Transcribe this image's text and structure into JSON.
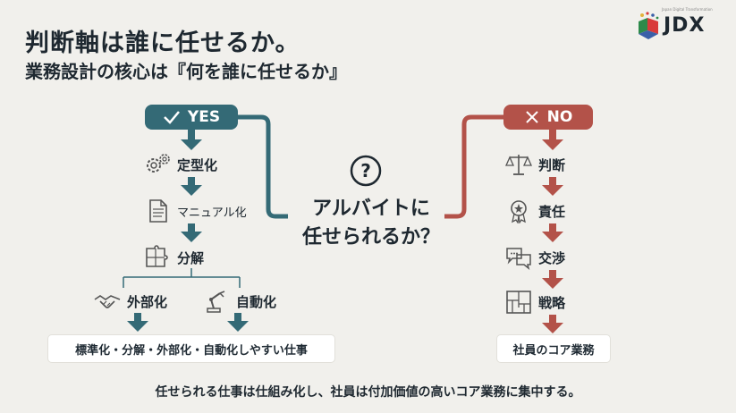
{
  "header": {
    "title": "判断軸は誰に任せるか。",
    "subtitle": "業務設計の核心は『何を誰に任せるか』"
  },
  "logo": {
    "tagline": "Japan Digital Transformation",
    "text": "JDX"
  },
  "yes_branch": {
    "label": "YES",
    "color": "#346a76",
    "steps": [
      {
        "label": "定型化",
        "icon": "gears-icon"
      },
      {
        "label": "マニュアル化",
        "icon": "document-icon"
      },
      {
        "label": "分解",
        "icon": "puzzle-icon"
      }
    ],
    "split": [
      {
        "label": "外部化",
        "icon": "handshake-icon"
      },
      {
        "label": "自動化",
        "icon": "robot-arm-icon"
      }
    ],
    "result": "標準化・分解・外部化・自動化しやすい仕事"
  },
  "question": {
    "line1": "アルバイトに",
    "line2": "任せられるか？",
    "icon": "question-circle-icon"
  },
  "no_branch": {
    "label": "NO",
    "color": "#b35249",
    "steps": [
      {
        "label": "判断",
        "icon": "scales-icon"
      },
      {
        "label": "責任",
        "icon": "award-icon"
      },
      {
        "label": "交渉",
        "icon": "speech-bubbles-icon"
      },
      {
        "label": "戦略",
        "icon": "floorplan-icon"
      }
    ],
    "result": "社員のコア業務"
  },
  "footer": "任せられる仕事は仕組み化し、社員は付加価値の高いコア業務に集中する。"
}
